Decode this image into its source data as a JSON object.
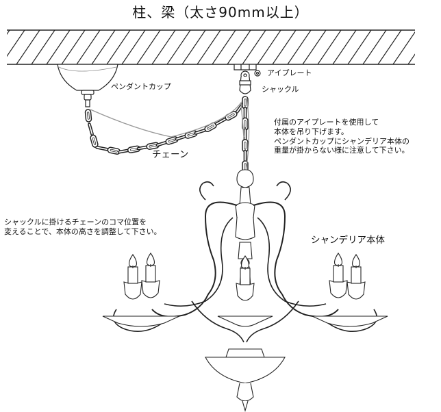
{
  "title": "柱、梁（太さ90mm以上）",
  "labels": {
    "pendant_cup": "ペンダントカップ",
    "eye_plate": "アイプレート",
    "shackle": "シャックル",
    "chain": "チェーン",
    "chandelier_body": "シャンデリア本体"
  },
  "notes": {
    "eye_plate_note": [
      "付属のアイプレートを使用して",
      "本体を吊り下げます。",
      "ペンダントカップにシャンデリア本体の",
      "重量が掛からない様に注意して下さい。"
    ],
    "shackle_note": [
      "シャックルに掛けるチェーンのコマ位置を",
      "変えることで、本体の高さを調整して下さい。"
    ]
  }
}
